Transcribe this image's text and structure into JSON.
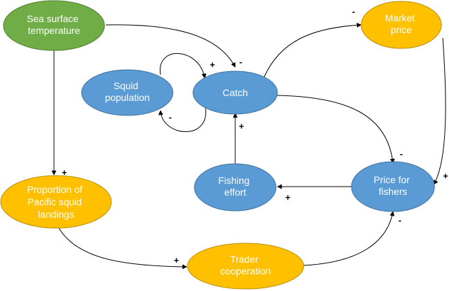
{
  "colors": {
    "green_fill": "#70ad47",
    "green_stroke": "#4e7d31",
    "blue_fill": "#5b9bd5",
    "blue_stroke": "#41719c",
    "orange_fill": "#ffc000",
    "orange_stroke": "#bc8c00",
    "edge": "#000000"
  },
  "nodes": {
    "sea_surface_temperature": {
      "lines": [
        "Sea surface",
        "temperature"
      ],
      "color": "green"
    },
    "market_price": {
      "lines": [
        "Market",
        "price"
      ],
      "color": "orange"
    },
    "squid_population": {
      "lines": [
        "Squid",
        "population"
      ],
      "color": "blue"
    },
    "catch": {
      "lines": [
        "Catch"
      ],
      "color": "blue"
    },
    "fishing_effort": {
      "lines": [
        "Fishing",
        "effort"
      ],
      "color": "blue"
    },
    "price_for_fishers": {
      "lines": [
        "Price for",
        "fishers"
      ],
      "color": "blue"
    },
    "proportion_pacific_squid_landings": {
      "lines": [
        "Proportion of",
        "Pacific squid",
        "landings"
      ],
      "color": "orange"
    },
    "trader_cooperation": {
      "lines": [
        "Trader",
        "cooperation"
      ],
      "color": "orange"
    }
  },
  "edges": [
    {
      "from": "Sea surface temperature",
      "to": "Catch",
      "sign": "-"
    },
    {
      "from": "Sea surface temperature",
      "to": "Proportion of Pacific squid landings",
      "sign": "+"
    },
    {
      "from": "Squid population",
      "to": "Catch",
      "sign": "+"
    },
    {
      "from": "Catch",
      "to": "Squid population",
      "sign": "-"
    },
    {
      "from": "Catch",
      "to": "Market price",
      "sign": "-"
    },
    {
      "from": "Catch",
      "to": "Price for fishers",
      "sign": "-"
    },
    {
      "from": "Market price",
      "to": "Price for fishers",
      "sign": "+"
    },
    {
      "from": "Fishing effort",
      "to": "Catch",
      "sign": "+"
    },
    {
      "from": "Price for fishers",
      "to": "Fishing effort",
      "sign": "+"
    },
    {
      "from": "Proportion of Pacific squid landings",
      "to": "Trader cooperation",
      "sign": "+"
    },
    {
      "from": "Trader cooperation",
      "to": "Price for fishers",
      "sign": "-"
    }
  ]
}
